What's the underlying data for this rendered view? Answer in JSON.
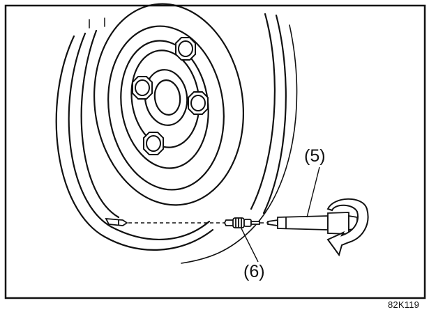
{
  "figure": {
    "callouts": [
      {
        "id": "5",
        "text": "(5)"
      },
      {
        "id": "6",
        "text": "(6)"
      }
    ],
    "figure_code": "82K119"
  }
}
